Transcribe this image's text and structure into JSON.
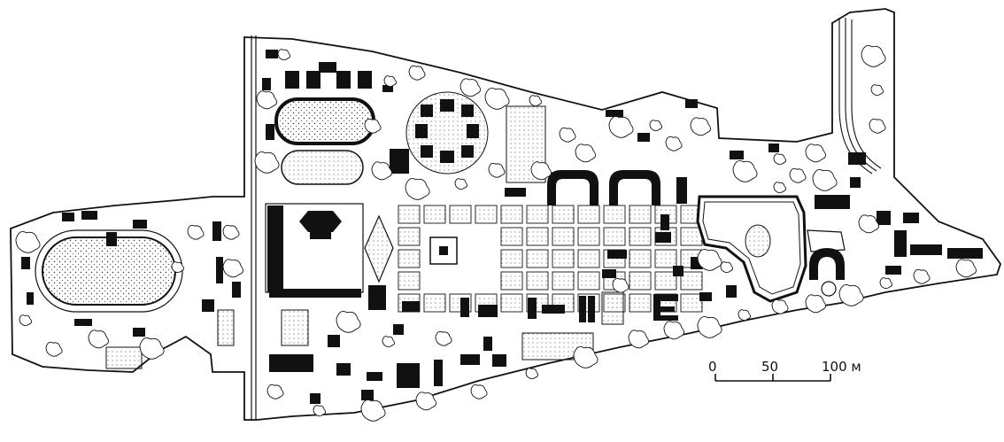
{
  "map": {
    "scale_bar": {
      "ticks": [
        "0",
        "50",
        "100 м"
      ],
      "tick_values_m": [
        0,
        50,
        100
      ]
    }
  },
  "colors": {
    "ink": "#111111",
    "paper": "#ffffff"
  }
}
